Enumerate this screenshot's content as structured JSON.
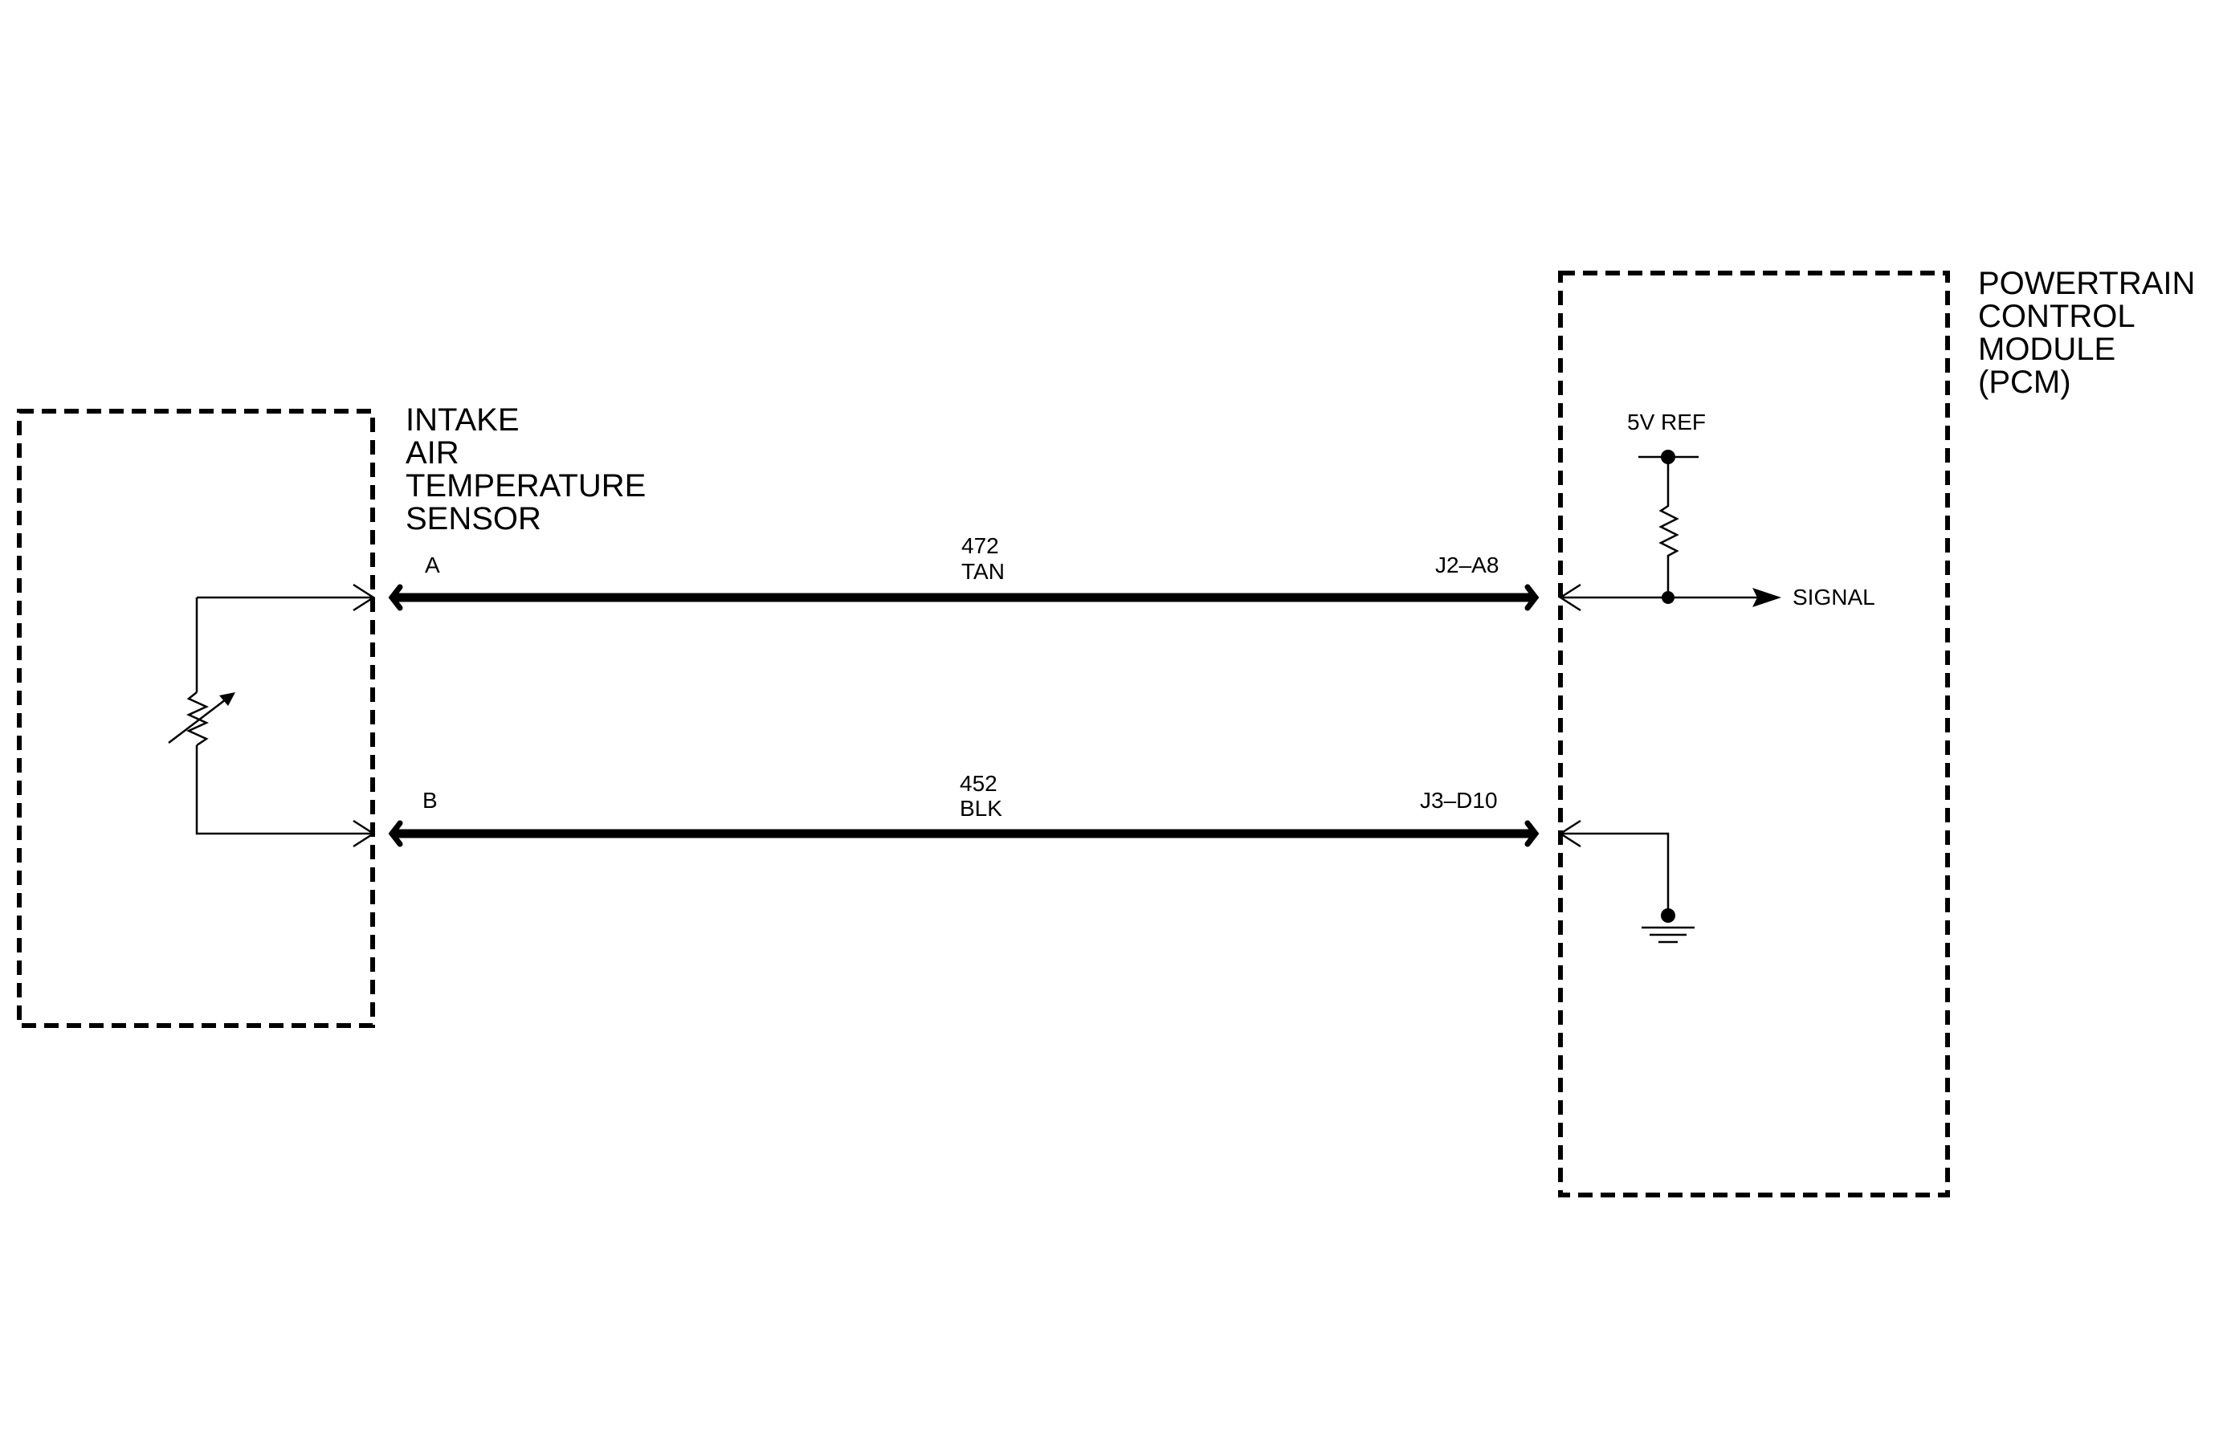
{
  "sensor": {
    "title_lines": [
      "INTAKE",
      "AIR",
      "TEMPERATURE",
      "SENSOR"
    ],
    "pin_a": "A",
    "pin_b": "B"
  },
  "pcm": {
    "title_lines": [
      "POWERTRAIN",
      "CONTROL",
      "MODULE",
      "(PCM)"
    ],
    "ref_label": "5V REF",
    "signal_label": "SIGNAL",
    "pin_a": "J2–A8",
    "pin_b": "J3–D10"
  },
  "wires": [
    {
      "circuit": "472",
      "color": "TAN"
    },
    {
      "circuit": "452",
      "color": "BLK"
    }
  ]
}
